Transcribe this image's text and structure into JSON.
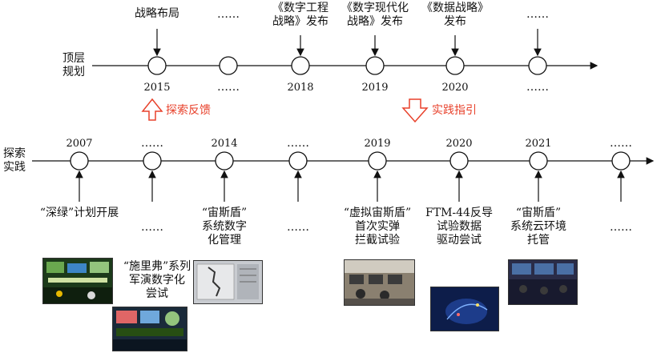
{
  "top_row": {
    "side_label": "顶层\n规划",
    "years": [
      "2015",
      "2018",
      "2019",
      "2020"
    ],
    "events": [
      "战略布局",
      "《数字工程\n战略》发布",
      "《数字现代化\n战略》发布",
      "《数据战略》\n发布"
    ],
    "ellipsis": "……"
  },
  "connectors": {
    "up_label": "探索反馈",
    "down_label": "实践指引",
    "arrow_color": "#e8412b"
  },
  "bottom_row": {
    "side_label": "探索\n实践",
    "years": [
      "2007",
      "2014",
      "2019",
      "2020",
      "2021"
    ],
    "events": [
      "“深绿”计划开展",
      "“宙斯盾”\n系统数字\n化管理",
      "“虚拟宙斯盾”\n首次实弹\n拦截试验",
      "FTM-44反导\n试验数据\n驱动尝试",
      "“宙斯盾”\n系统云环境\n托管",
      "“施里弗”系列\n军演数字化\n尝试"
    ],
    "ellipsis": "……"
  },
  "photos": [
    {
      "name": "photo-schriever-wargame-1",
      "bg": "#1c3a1a"
    },
    {
      "name": "photo-schriever-wargame-2",
      "bg": "#1a2a3a"
    },
    {
      "name": "photo-aegis-console",
      "bg": "#c8cbd0"
    },
    {
      "name": "photo-virtual-aegis-room",
      "bg": "#8a8070"
    },
    {
      "name": "photo-ftm44-radar",
      "bg": "#0d1d4a"
    },
    {
      "name": "photo-aegis-cloud",
      "bg": "#2a2c48"
    }
  ]
}
